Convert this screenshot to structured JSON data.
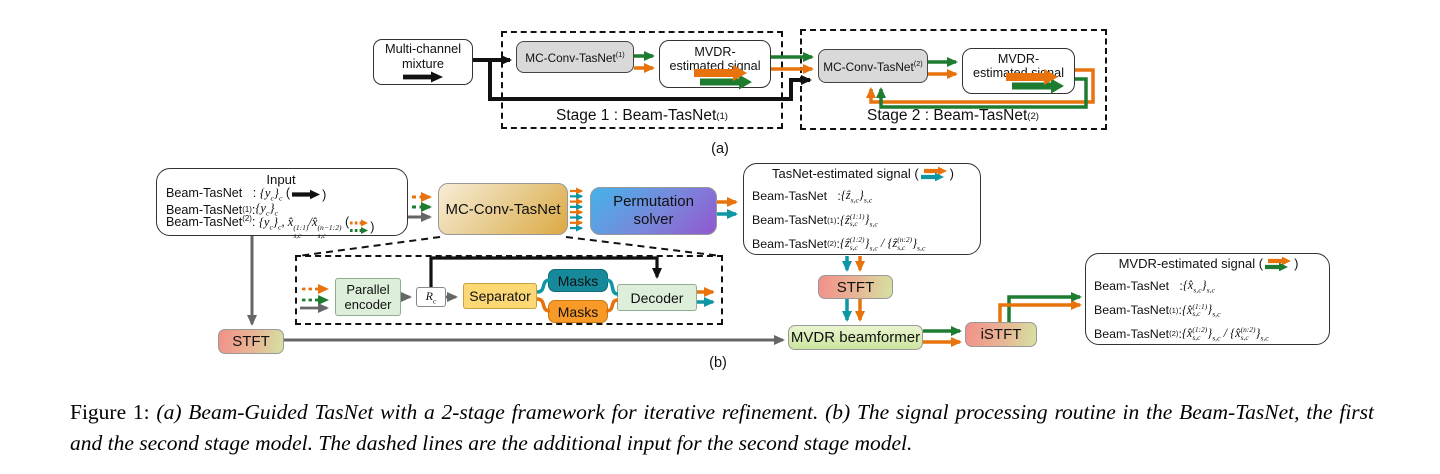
{
  "colors": {
    "green": "#1e7c31",
    "orange": "#e8720c",
    "teal": "#0f96a5",
    "gray": "#666666",
    "black": "#111111"
  },
  "panel_a": {
    "label": "(a)",
    "mixture": {
      "line1": "Multi-channel",
      "line2": "mixture"
    },
    "stage1": {
      "tasnet_html": "MC-Conv-TasNet<sup>(1)</sup>",
      "mvdr_line1": "MVDR-",
      "mvdr_line2": "estimated signal",
      "stage_label_html": "Stage 1 : Beam-TasNet<sup>(1)</sup>"
    },
    "stage2": {
      "tasnet_html": "MC-Conv-TasNet<sup>(2)</sup>",
      "mvdr_line1": "MVDR-",
      "mvdr_line2": "estimated signal",
      "stage_label_html": "Stage 2 : Beam-TasNet<sup>(2)</sup>"
    }
  },
  "panel_b": {
    "label": "(b)",
    "input_box": {
      "title": "Input",
      "row1_pre": "Beam-TasNet&nbsp;&nbsp;&nbsp;: <span class='m'>{y<sub>c</sub>}<sub>c</sub></span> (",
      "row1_post": ")",
      "row2": "Beam-TasNet<sup>(1)</sup>: <span class='m'>{y<sub>c</sub>}<sub>c</sub></span>",
      "row3_pre": "Beam-TasNet<sup>(2)</sup>: <span class='m'>{y<sub>c</sub>}<sub>c</sub>, x̂</span><span class='st'><span>(1:1)</span><span>s,c</span></span><span class='m'>/x̂</span><span class='st'><span>(n−1:2)</span><span>s,c</span></span> (",
      "row3_post": ")"
    },
    "mc_conv": "MC-Conv-TasNet",
    "perm": {
      "line1": "Permutation",
      "line2": "solver"
    },
    "tasnet_est": {
      "title_pre": "TasNet-estimated signal (",
      "title_post": ")",
      "row1": "Beam-TasNet&nbsp;&nbsp; : <span class='m'>{ẑ<sub>s,c</sub>}<sub>s,c</sub></span>",
      "row2": "Beam-TasNet<sup>(1)</sup>: <span class='m'>{ẑ</span><span class='st'><span>(1:1)</span><span>s,c</span></span><span class='m'>}<sub>s,c</sub></span>",
      "row3": "Beam-TasNet<sup>(2)</sup>: <span class='m'>{ẑ</span><span class='st'><span>(1:2)</span><span>s,c</span></span><span class='m'>}<sub>s,c</sub> / {ẑ</span><span class='st'><span>(n:2)</span><span>s,c</span></span><span class='m'>}<sub>s,c</sub></span>"
    },
    "inner": {
      "encoder_line1": "Parallel",
      "encoder_line2": "encoder",
      "rc_html": "<span class='m'>R<sub>c</sub></span>",
      "separator": "Separator",
      "masks_top": "Masks",
      "masks_bottom": "Masks",
      "decoder": "Decoder"
    },
    "stft_left": "STFT",
    "stft_mid": "STFT",
    "mvdr_beamformer": "MVDR beamformer",
    "istft": "iSTFT",
    "mvdr_est": {
      "title_pre": "MVDR-estimated signal (",
      "title_post": ")",
      "row1": "Beam-TasNet&nbsp;&nbsp; : <span class='m'>{x̂<sub>s,c</sub>}<sub>s,c</sub></span>",
      "row2": "Beam-TasNet<sup>(1)</sup>: <span class='m'>{x̂</span><span class='st'><span>(1:1)</span><span>s,c</span></span><span class='m'>}<sub>s,c</sub></span>",
      "row3": "Beam-TasNet<sup>(2)</sup>: <span class='m'>{x̂</span><span class='st'><span>(1:2)</span><span>s,c</span></span><span class='m'>}<sub>s,c</sub> / {x̂</span><span class='st'><span>(n:2)</span><span>s,c</span></span><span class='m'>}<sub>s,c</sub></span>"
    }
  },
  "caption": {
    "prefix": "Figure 1:",
    "body": " (a) Beam-Guided TasNet with a 2-stage framework for iterative refinement. (b) The signal processing routine in the Beam-TasNet, the first and the second stage model. The dashed lines are the additional input for the second stage model."
  }
}
